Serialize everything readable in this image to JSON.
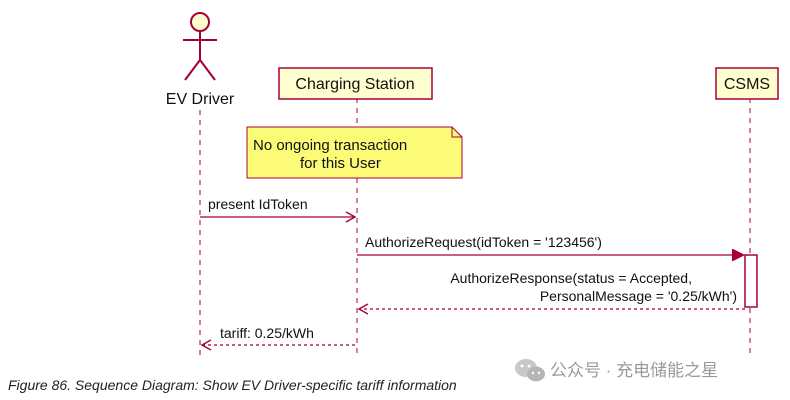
{
  "diagram": {
    "actor": {
      "label": "EV Driver"
    },
    "participants": {
      "charging_station": "Charging Station",
      "csms": "CSMS"
    },
    "note": {
      "line1": "No ongoing transaction",
      "line2": "for this User"
    },
    "messages": {
      "present_idtoken": "present IdToken",
      "authorize_request": "AuthorizeRequest(idToken = '123456')",
      "authorize_response_line1": "AuthorizeResponse(status = Accepted,",
      "authorize_response_line2": "PersonalMessage = '0.25/kWh')",
      "tariff": "tariff: 0.25/kWh"
    },
    "caption": "Figure 86. Sequence Diagram: Show EV Driver-specific tariff information",
    "watermark": "公众号 · 充电储能之星"
  },
  "colors": {
    "line": "#a80036",
    "participant_fill": "#fefece",
    "note_fill": "#fbfb77",
    "activation_fill": "#ffffff"
  },
  "icons": {
    "actor": "stick-figure-icon",
    "watermark": "wechat-icon"
  }
}
